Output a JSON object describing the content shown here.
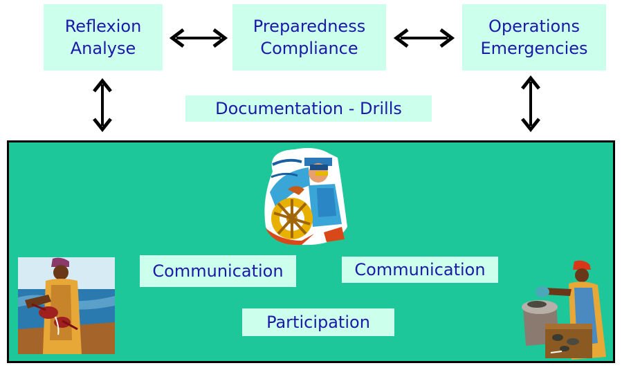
{
  "top_boxes": {
    "left": {
      "line1": "Reflexion",
      "line2": "Analyse"
    },
    "middle": {
      "line1": "Preparedness",
      "line2": "Compliance"
    },
    "right": {
      "line1": "Operations",
      "line2": "Emergencies"
    }
  },
  "documentation_label": "Documentation - Drills",
  "panel": {
    "communication_left": "Communication",
    "communication_right": "Communication",
    "participation": "Participation"
  },
  "illustrations": [
    "ship-captain-icon",
    "fisherman-lobster-icon",
    "fisherman-barrel-icon"
  ],
  "colors": {
    "box_fill": "#ccffec",
    "box_text": "#1a1aa6",
    "panel_fill": "#1ec79a"
  }
}
